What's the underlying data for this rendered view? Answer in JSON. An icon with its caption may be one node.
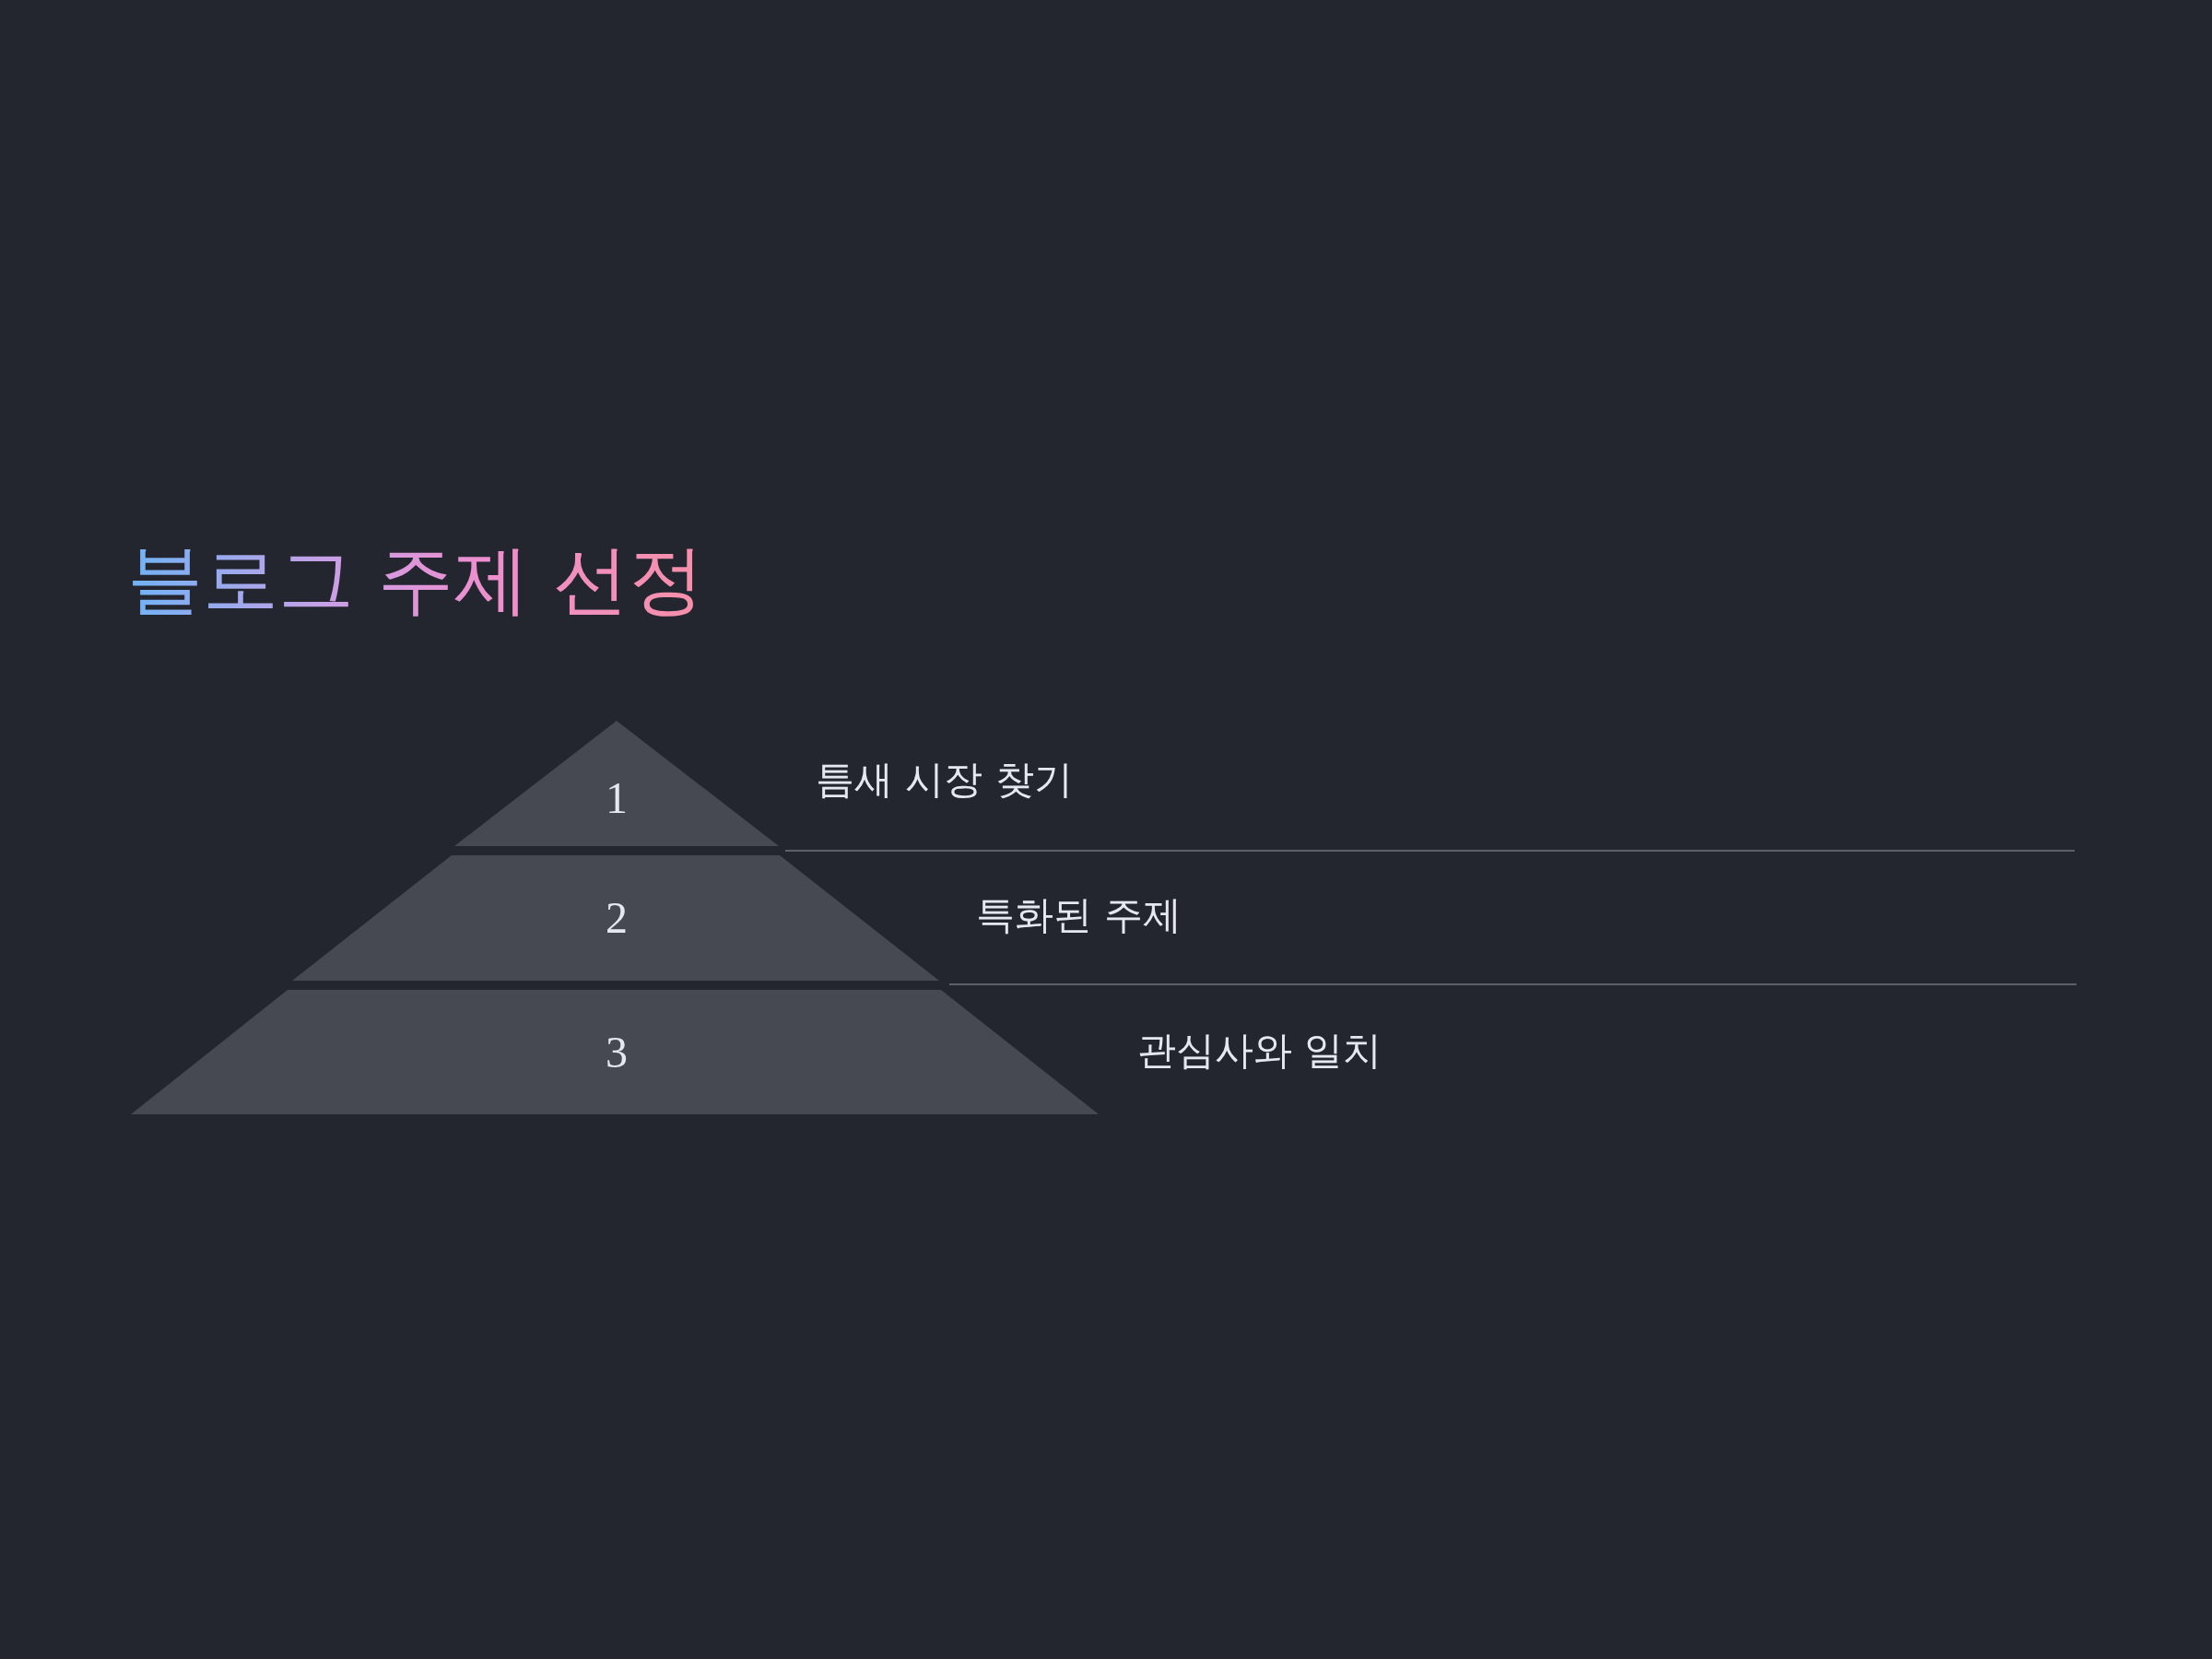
{
  "diagram": {
    "title": "블로그 주제 선정",
    "nodes": [
      {
        "text": [
          "1"
        ],
        "beside": [
          "틈새 시장 찾기"
        ]
      },
      {
        "text": [
          "2"
        ],
        "beside": [
          "특화된 주제"
        ]
      },
      {
        "text": [
          "3"
        ],
        "beside": [
          "관심사와 일치"
        ]
      }
    ]
  }
}
